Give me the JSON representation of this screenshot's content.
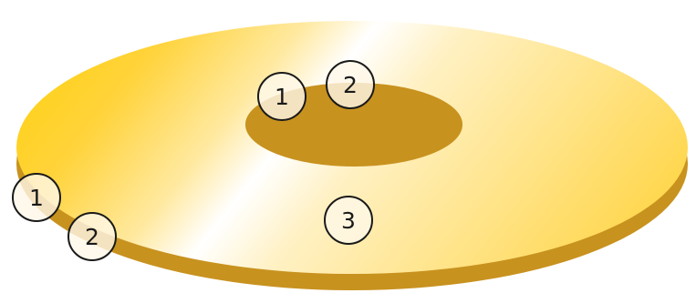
{
  "colors": {
    "washer_gold": "#FFD21F",
    "washer_highlight": "#FFFFFF",
    "washer_edge": "#C8921F",
    "badge_fill": "#FFF8E8",
    "badge_stroke": "#1A1A1A"
  },
  "labels": {
    "inner_edge_top": "1",
    "inner_edge_bottom": "2",
    "outer_edge_top": "1",
    "outer_edge_bottom": "2",
    "face": "3"
  }
}
